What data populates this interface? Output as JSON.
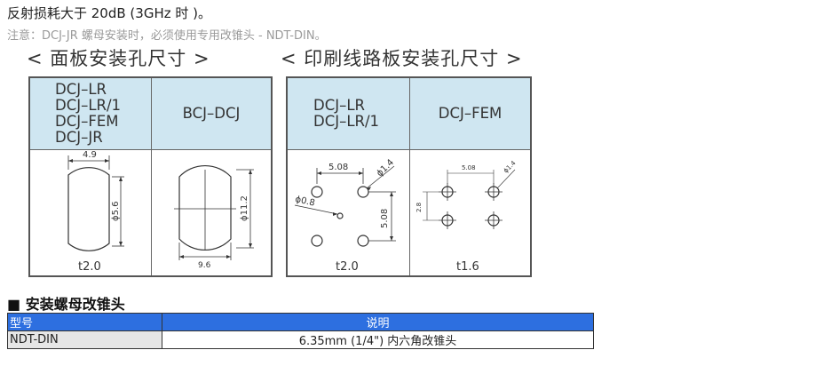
{
  "intro": {
    "line1": "反射损耗大于 20dB (3GHz 时 )。",
    "line2": "注意：DCJ-JR 螺母安装时，必须使用专用改锥头 - NDT-DIN。"
  },
  "panels": {
    "panel_mount": {
      "title": "< 面板安装孔尺寸 >",
      "left_models": [
        "DCJ–LR",
        "DCJ–LR/1",
        "DCJ–FEM",
        "DCJ–JR"
      ],
      "right_model": "BCJ–DCJ",
      "left_dims": {
        "width": "4.9",
        "height": "ϕ5.6"
      },
      "right_dims": {
        "width": "9.6",
        "height": "ϕ11.2"
      },
      "thickness": "t2.0"
    },
    "pcb_mount": {
      "title": "< 印刷线路板安装孔尺寸 >",
      "left_models": [
        "DCJ–LR",
        "DCJ–LR/1"
      ],
      "right_model": "DCJ–FEM",
      "left_dims": {
        "pitch": "5.08",
        "hole": "ϕ1.4",
        "pin": "ϕ0.8",
        "vpitch": "5.08"
      },
      "right_dims": {
        "pitch": "5.08",
        "hole": "ϕ1.4",
        "vpitch": "2.8"
      },
      "left_thickness": "t2.0",
      "right_thickness": "t1.6"
    }
  },
  "tool_section": {
    "title": "■ 安装螺母改锥头",
    "table": {
      "headers": [
        "型号",
        "说明"
      ],
      "rows": [
        [
          "NDT-DIN",
          "6.35mm (1/4\") 内六角改锥头"
        ]
      ]
    }
  },
  "colors": {
    "header_blue": "#cfe6f1",
    "table_header": "#2d6fe0"
  }
}
